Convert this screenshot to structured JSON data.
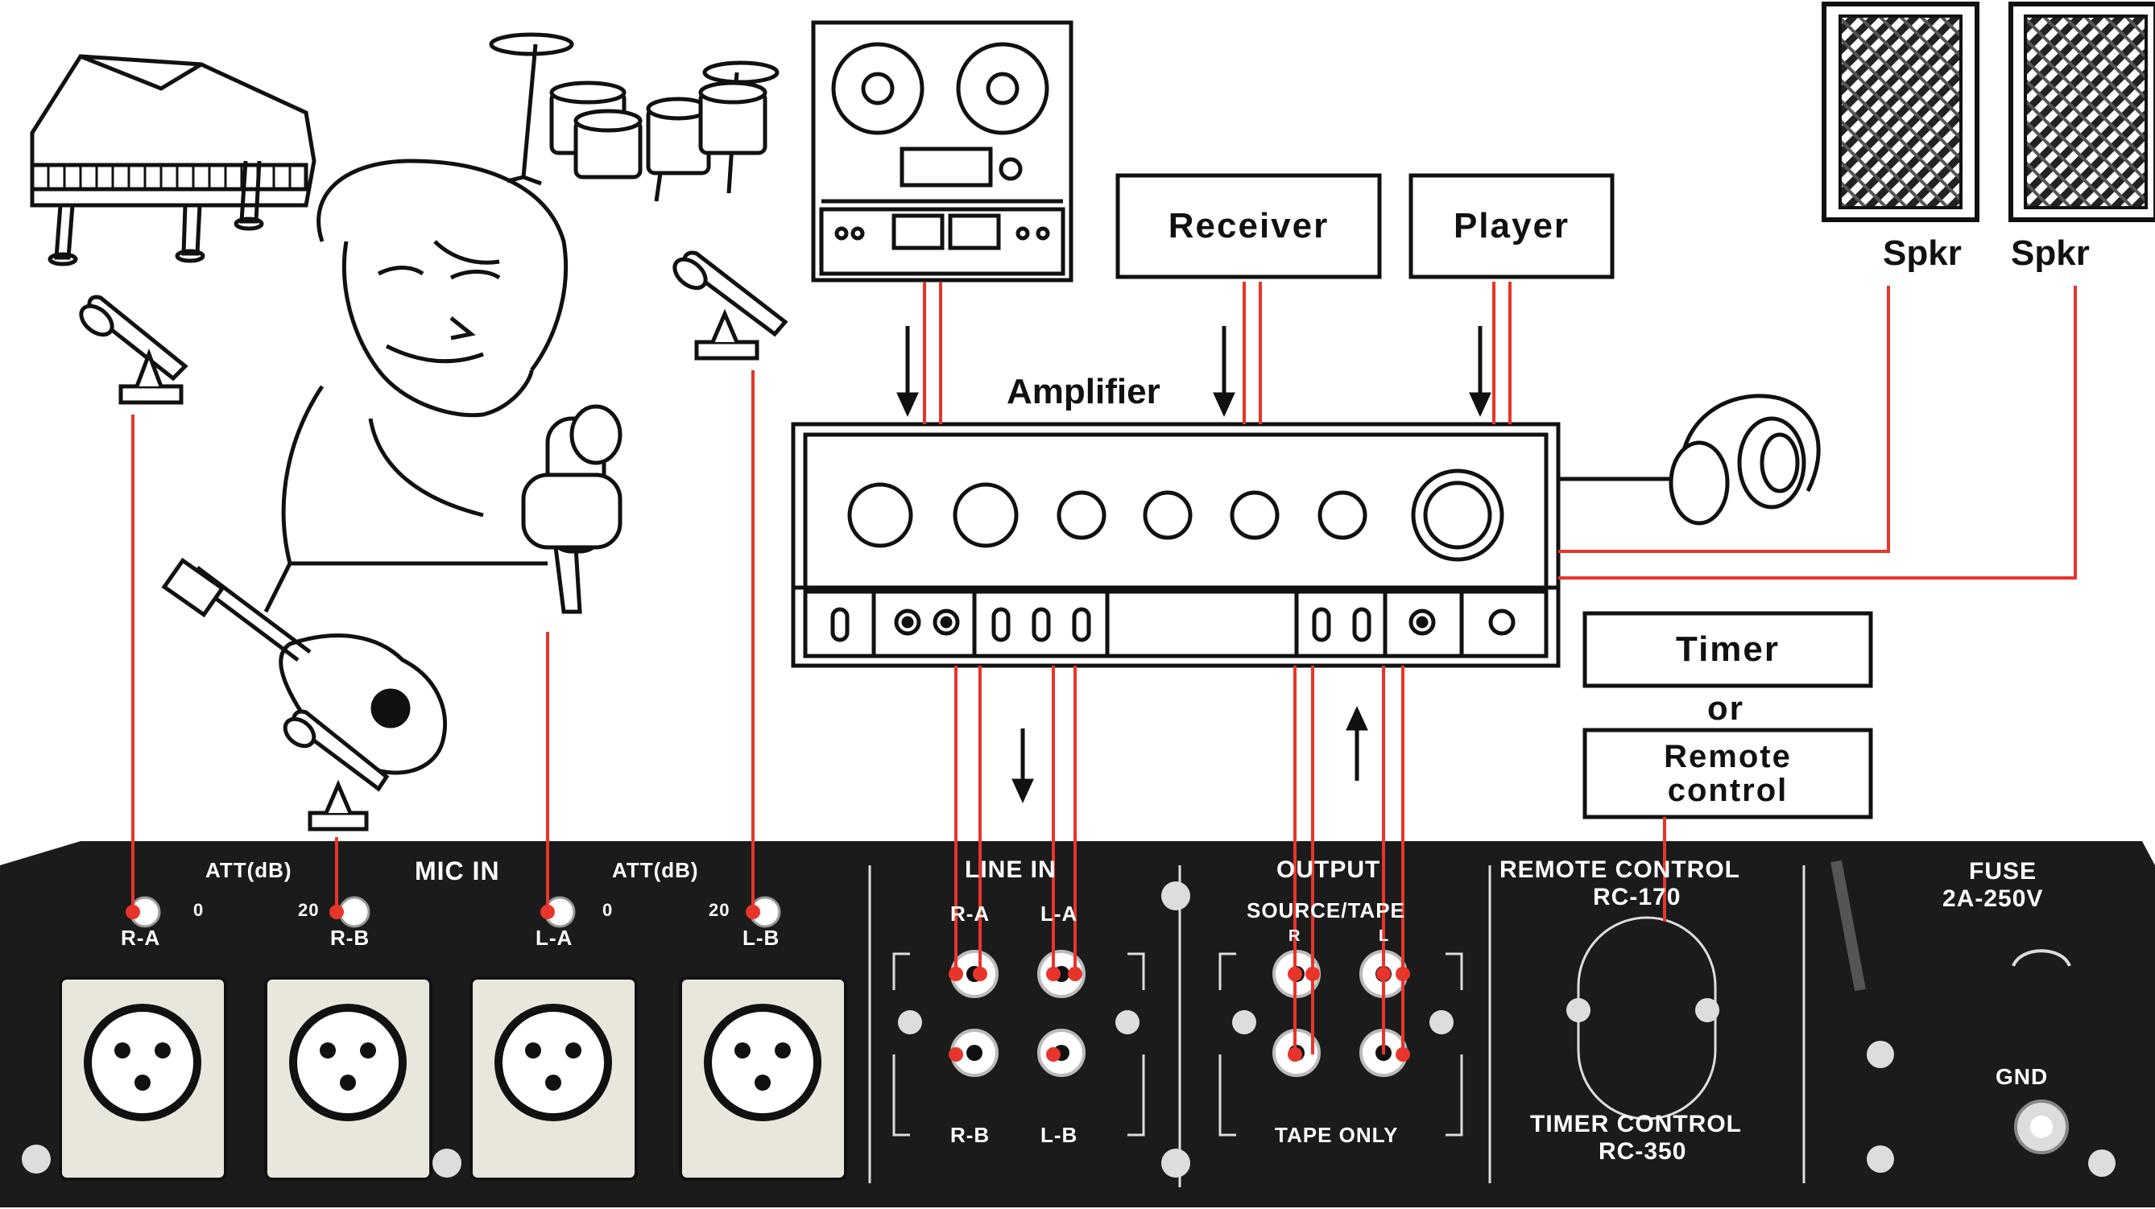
{
  "diagram": {
    "amplifier_label": "Amplifier",
    "receiver_label": "Receiver",
    "player_label": "Player",
    "speaker_left_label": "Spkr",
    "speaker_right_label": "Spkr",
    "timer_label": "Timer",
    "or_label": "or",
    "remote_control_label_line1": "Remote",
    "remote_control_label_line2": "control"
  },
  "panel": {
    "att_left": "ATT(dB)",
    "mic_in": "MIC IN",
    "att_right": "ATT(dB)",
    "att_min_left": "0",
    "att_max_left": "20",
    "att_min_right": "0",
    "att_max_right": "20",
    "mic_ra": "R-A",
    "mic_rb": "R-B",
    "mic_la": "L-A",
    "mic_lb": "L-B",
    "line_in": "LINE IN",
    "line_ra": "R-A",
    "line_la": "L-A",
    "line_rb": "R-B",
    "line_lb": "L-B",
    "output": "OUTPUT",
    "source_tape": "SOURCE/TAPE",
    "out_r": "R",
    "out_l": "L",
    "tape_only": "TAPE ONLY",
    "remote_control_title": "REMOTE CONTROL",
    "remote_model": "RC-170",
    "timer_control_title": "TIMER CONTROL",
    "timer_model": "RC-350",
    "fuse": "FUSE",
    "fuse_rating": "2A-250V",
    "gnd": "GND"
  },
  "colors": {
    "wire": "#e8352b",
    "panel": "#1b1b1b",
    "ink": "#111111"
  }
}
